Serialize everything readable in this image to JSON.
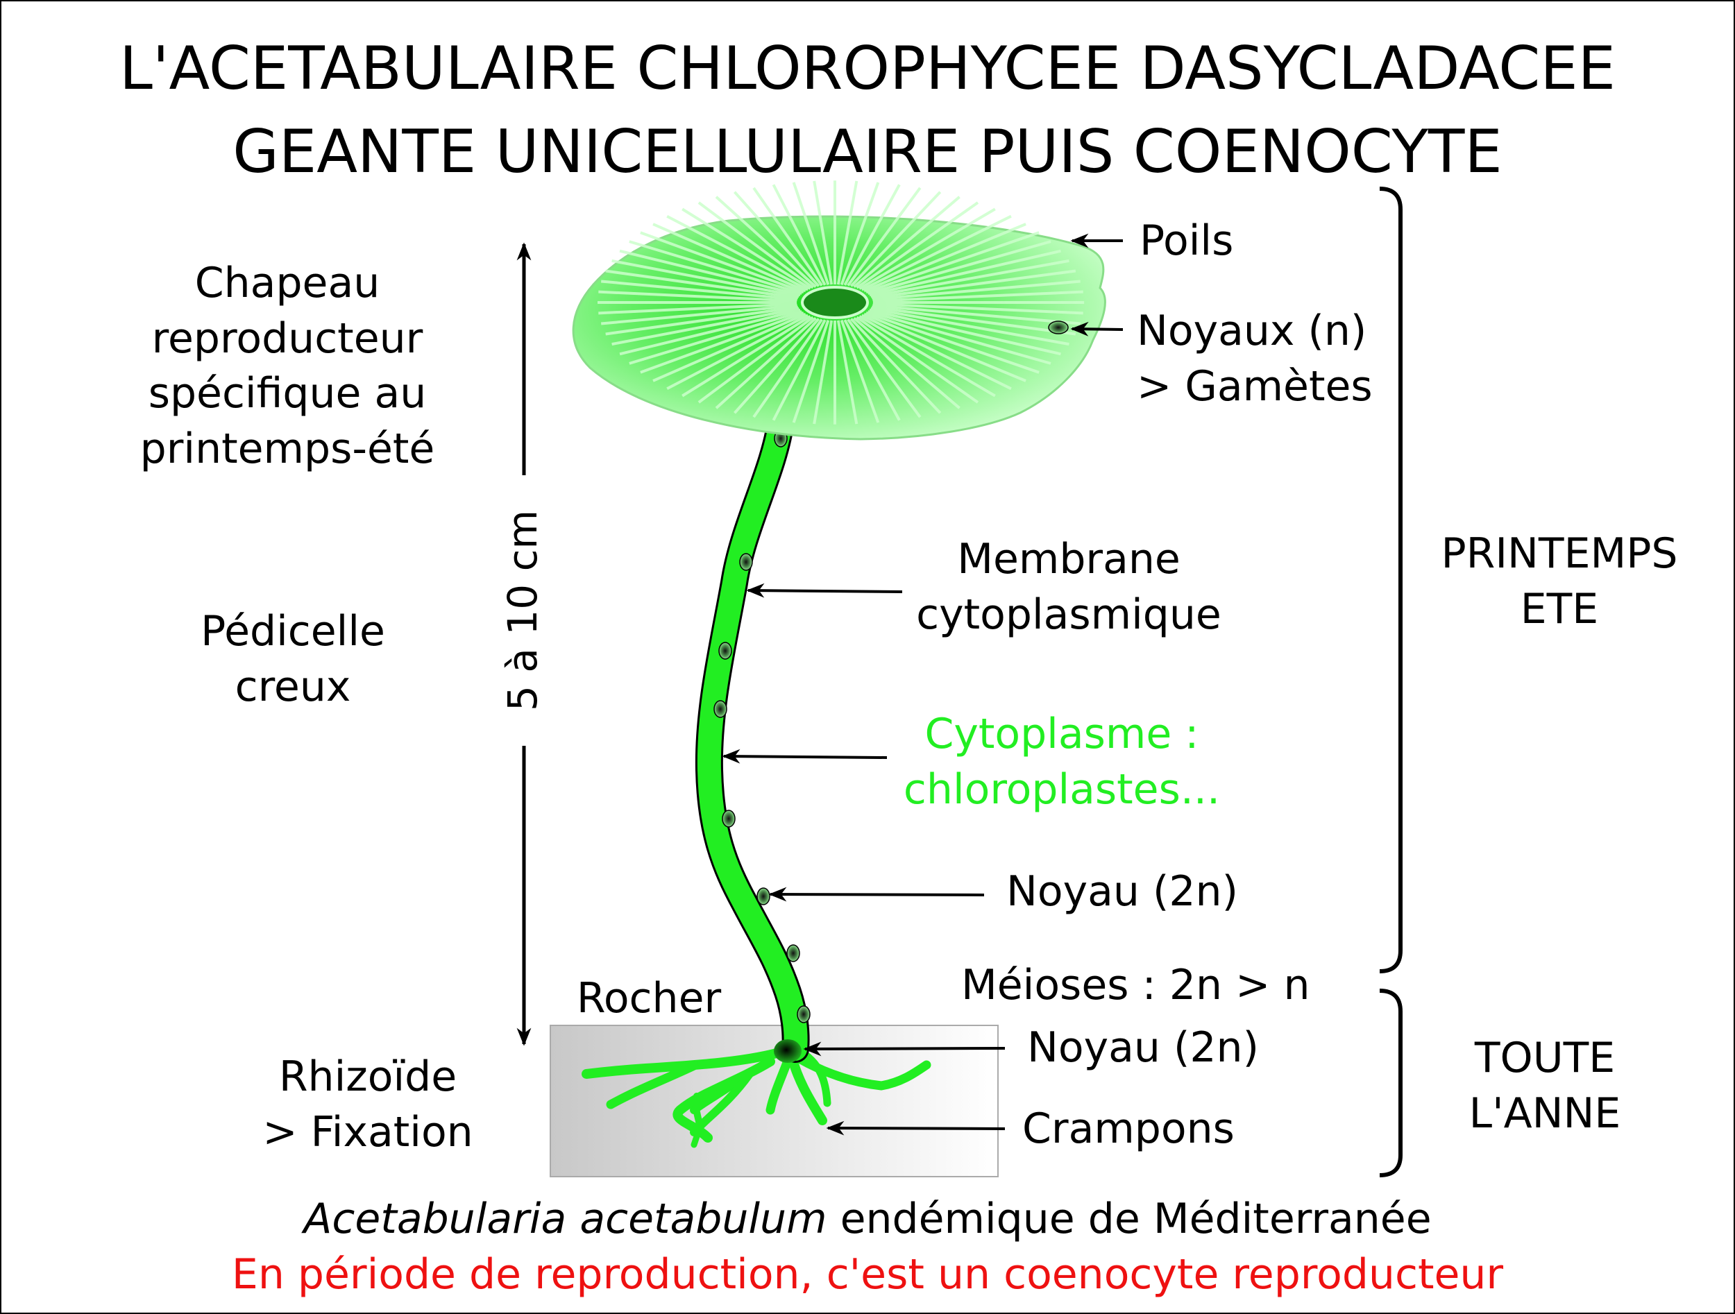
{
  "title": {
    "line1": "L'ACETABULAIRE CHLOROPHYCEE DASYCLADACEE",
    "line2": "GEANTE UNICELLULAIRE PUIS COENOCYTE"
  },
  "labels": {
    "chapeau": [
      "Chapeau",
      "reproducteur",
      "spécifique au",
      "printemps-été"
    ],
    "pedicelle": [
      "Pédicelle",
      "creux"
    ],
    "rhizoide": [
      "Rhizoïde",
      "> Fixation"
    ],
    "rocher": "Rocher",
    "size": "5 à 10 cm",
    "poils": "Poils",
    "noyaux_n": [
      "Noyaux (n)",
      "> Gamètes"
    ],
    "membrane": [
      "Membrane",
      "cytoplasmique"
    ],
    "cytoplasme": [
      "Cytoplasme :",
      "chloroplastes..."
    ],
    "noyau_stalk": "Noyau (2n)",
    "meioses": "Méioses : 2n > n",
    "noyau_base": "Noyau (2n)",
    "crampons": "Crampons",
    "printemps": [
      "PRINTEMPS",
      "ETE"
    ],
    "toute": [
      "TOUTE",
      "L'ANNE"
    ]
  },
  "caption": {
    "species": "Acetabularia acetabulum",
    "rest": " endémique de Méditerranée",
    "note": "En période de reproduction, c'est un coenocyte reproducteur"
  },
  "colors": {
    "alga_green": "#22ee22",
    "cytoplasm_text": "#22ee22",
    "note_red": "#ee1111",
    "rock_gray": "#cccccc"
  }
}
